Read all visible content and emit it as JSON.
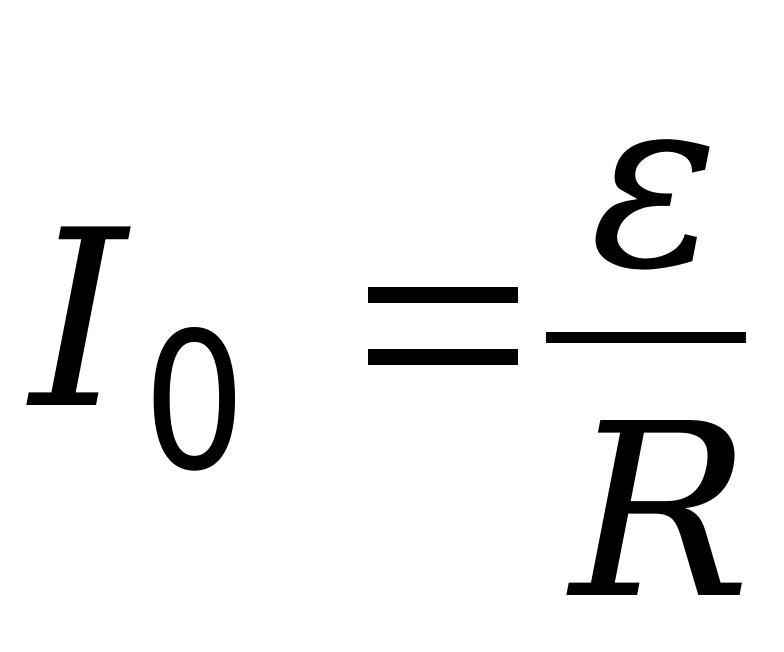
{
  "equation": {
    "lhs_symbol": "I",
    "lhs_subscript": "0",
    "numerator": "ε",
    "denominator": "R"
  }
}
